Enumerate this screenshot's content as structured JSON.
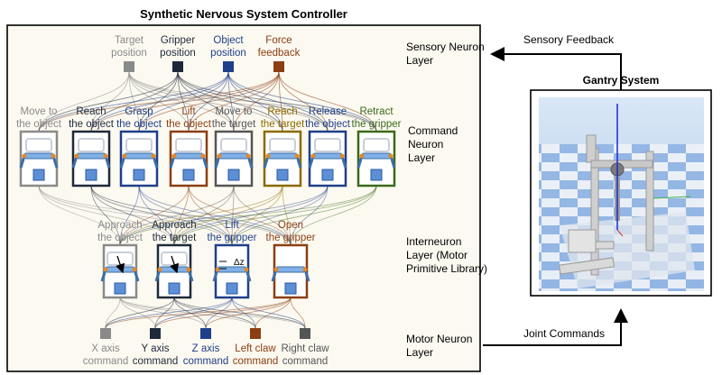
{
  "controller": {
    "title": "Synthetic Nervous System Controller"
  },
  "sensory": {
    "items": [
      {
        "line1": "Target",
        "line2": "position",
        "color": "#8a8a8a"
      },
      {
        "line1": "Gripper",
        "line2": "position",
        "color": "#1e2a3a"
      },
      {
        "line1": "Object",
        "line2": "position",
        "color": "#1f3f8a"
      },
      {
        "line1": "Force",
        "line2": "feedback",
        "color": "#8b3e12"
      }
    ]
  },
  "command": {
    "items": [
      {
        "line1": "Move to",
        "line2": "the object",
        "color": "#8a8a8a"
      },
      {
        "line1": "Reach",
        "line2": "the object",
        "color": "#1e2a3a"
      },
      {
        "line1": "Grasp",
        "line2": "the object",
        "color": "#1f3f8a"
      },
      {
        "line1": "Lift",
        "line2": "the object",
        "color": "#8b3e12"
      },
      {
        "line1": "Move to",
        "line2": "the target",
        "color": "#555555"
      },
      {
        "line1": "Reach",
        "line2": "the target",
        "color": "#8a6a00"
      },
      {
        "line1": "Release",
        "line2": "the object",
        "color": "#1f3f8a"
      },
      {
        "line1": "Retract",
        "line2": "the gripper",
        "color": "#3a6a1a"
      }
    ]
  },
  "interneuron": {
    "items": [
      {
        "line1": "Approach",
        "line2": "the object",
        "color": "#8a8a8a"
      },
      {
        "line1": "Approach",
        "line2": "the target",
        "color": "#1e2a3a"
      },
      {
        "line1": "Lift",
        "line2": "the gripper",
        "color": "#1f3f8a"
      },
      {
        "line1": "Open",
        "line2": "the gripper",
        "color": "#8b3e12"
      }
    ],
    "delta_label": "Δz"
  },
  "motor": {
    "items": [
      {
        "line1": "X axis",
        "line2": "command",
        "color": "#8a8a8a"
      },
      {
        "line1": "Y axis",
        "line2": "command",
        "color": "#1e2a3a"
      },
      {
        "line1": "Z axis",
        "line2": "command",
        "color": "#1f3f8a"
      },
      {
        "line1": "Left claw",
        "line2": "command",
        "color": "#8b3e12"
      },
      {
        "line1": "Right claw",
        "line2": "command",
        "color": "#555555"
      }
    ]
  },
  "layers": {
    "sensory": [
      "Sensory Neuron",
      "Layer"
    ],
    "command": [
      "Command",
      "Neuron",
      "Layer"
    ],
    "interneuron": [
      "Interneuron",
      "Layer (Motor",
      "Primitive Library)"
    ],
    "motor": [
      "Motor Neuron",
      "Layer"
    ]
  },
  "gantry": {
    "title": "Gantry System"
  },
  "arrows": {
    "feedback": "Sensory Feedback",
    "joint": "Joint Commands"
  },
  "colors": {
    "panel_bg": "#fcf9f0",
    "floor_blue": "#7ea6dd",
    "sky": "#c9ddf2"
  }
}
